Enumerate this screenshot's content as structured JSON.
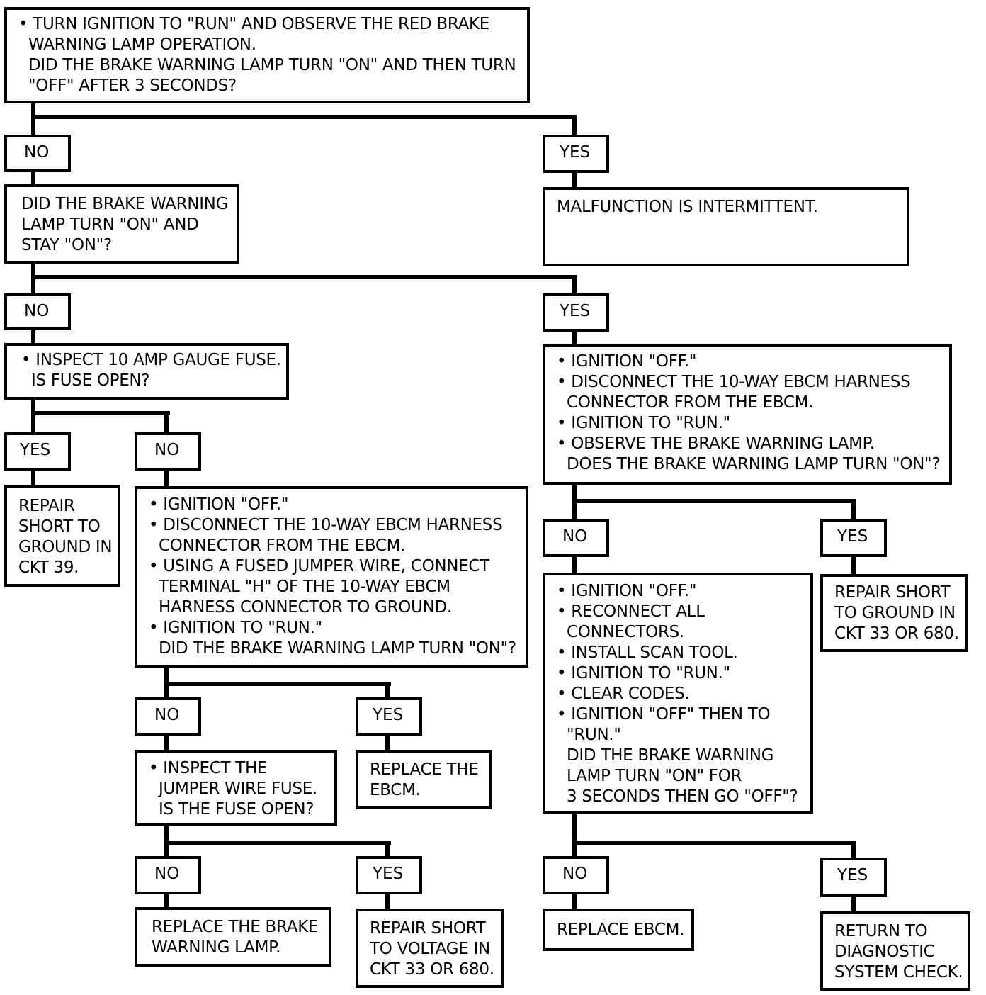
{
  "nodes": {
    "q_run": "• TURN IGNITION TO \"RUN\" AND OBSERVE THE RED BRAKE\n  WARNING LAMP OPERATION.\n  DID THE BRAKE WARNING LAMP TURN \"ON\" AND THEN TURN\n  \"OFF\" AFTER 3 SECONDS?",
    "q_stay_on": "DID THE BRAKE WARNING\nLAMP TURN \"ON\" AND\nSTAY \"ON\"?",
    "intermittent": "MALFUNCTION IS INTERMITTENT.",
    "q_fuse": "• INSPECT 10 AMP GAUGE FUSE.\n  IS FUSE OPEN?",
    "q_disconnect": "• IGNITION \"OFF.\"\n• DISCONNECT THE 10-WAY EBCM HARNESS\n  CONNECTOR FROM THE EBCM.\n• IGNITION TO \"RUN.\"\n• OBSERVE THE BRAKE WARNING LAMP.\n  DOES THE BRAKE WARNING LAMP TURN \"ON\"?",
    "repair_ckt39": "REPAIR\nSHORT TO\nGROUND IN\nCKT 39.",
    "q_jumper": "• IGNITION \"OFF.\"\n• DISCONNECT THE 10-WAY EBCM HARNESS\n  CONNECTOR FROM THE EBCM.\n• USING A FUSED JUMPER WIRE, CONNECT\n  TERMINAL \"H\" OF THE 10-WAY EBCM\n  HARNESS CONNECTOR TO GROUND.\n• IGNITION TO \"RUN.\"\n  DID THE BRAKE WARNING LAMP TURN \"ON\"?",
    "q_reconnect": "• IGNITION \"OFF.\"\n• RECONNECT ALL\n  CONNECTORS.\n• INSTALL SCAN TOOL.\n• IGNITION TO \"RUN.\"\n• CLEAR CODES.\n• IGNITION \"OFF\" THEN TO\n  \"RUN.\"\n  DID THE BRAKE WARNING\n  LAMP TURN \"ON\" FOR\n  3 SECONDS THEN GO \"OFF\"?",
    "repair_ground_33_680": "REPAIR SHORT\nTO GROUND IN\nCKT 33 OR 680.",
    "q_jumper_fuse": "• INSPECT THE\n  JUMPER WIRE FUSE.\n  IS THE FUSE OPEN?",
    "replace_ebcm_1": "REPLACE THE\nEBCM.",
    "replace_lamp": "REPLACE THE BRAKE\nWARNING LAMP.",
    "repair_voltage_33_680": "REPAIR SHORT\nTO VOLTAGE IN\nCKT 33 OR 680.",
    "replace_ebcm_2": "REPLACE EBCM.",
    "return_diag": "RETURN TO\nDIAGNOSTIC\nSYSTEM CHECK."
  },
  "labels": {
    "no": "NO",
    "yes": "YES"
  }
}
